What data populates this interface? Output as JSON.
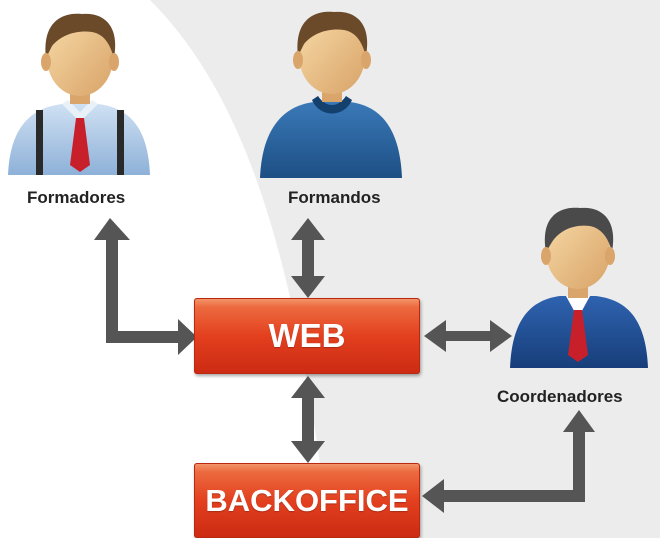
{
  "nodes": {
    "formadores": "Formadores",
    "formandos": "Formandos",
    "coordenadores": "Coordenadores",
    "web": "WEB",
    "backoffice": "BACKOFFICE"
  },
  "colors": {
    "arrow": "#555555",
    "box_red": "#e3401f",
    "background_region": "#ececec"
  },
  "icons": [
    "person-suspenders-icon",
    "person-sweater-icon",
    "person-suit-icon"
  ]
}
